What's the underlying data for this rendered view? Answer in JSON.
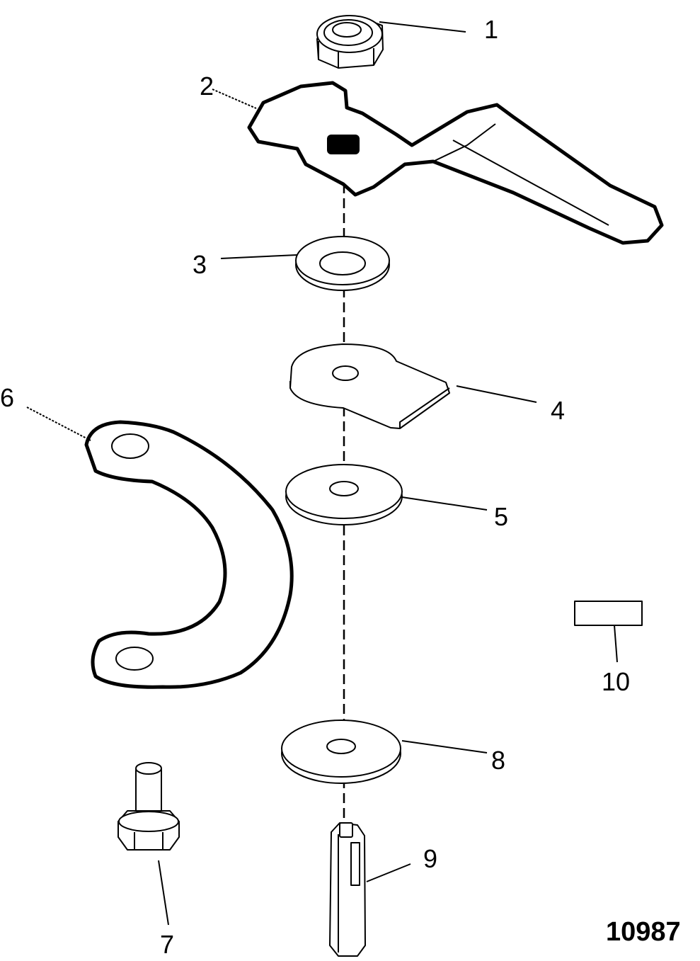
{
  "callouts": [
    {
      "id": "1",
      "label": "1"
    },
    {
      "id": "2",
      "label": "2"
    },
    {
      "id": "3",
      "label": "3"
    },
    {
      "id": "4",
      "label": "4"
    },
    {
      "id": "5",
      "label": "5"
    },
    {
      "id": "6",
      "label": "6"
    },
    {
      "id": "7",
      "label": "7"
    },
    {
      "id": "8",
      "label": "8"
    },
    {
      "id": "9",
      "label": "9"
    },
    {
      "id": "10",
      "label": "10"
    }
  ],
  "figure_id": "10987",
  "colors": {
    "line": "#000000",
    "background": "#ffffff"
  }
}
